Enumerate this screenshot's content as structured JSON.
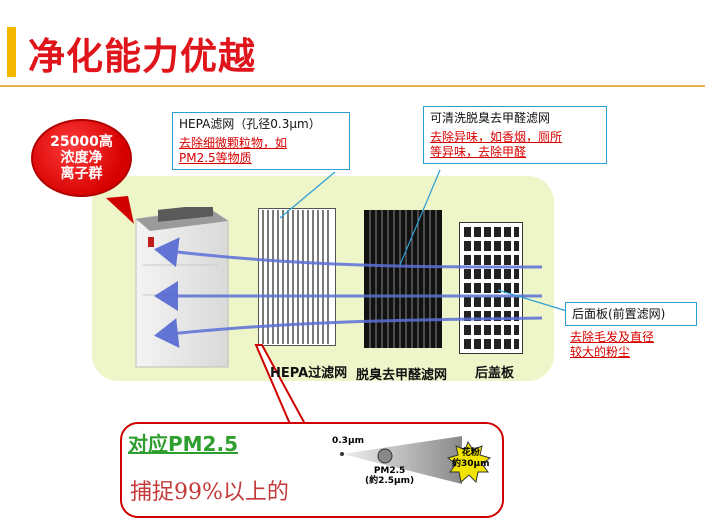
{
  "title": "净化能力优越",
  "bubble": {
    "line1": "25000高",
    "line2": "浓度净",
    "line3": "离子群"
  },
  "hepa_box": {
    "title": "HEPA滤网（孔径0.3μm）",
    "desc_line1": "去除细微颗粒物，如",
    "desc_line2": "PM2.5等物质"
  },
  "deodor_box": {
    "title": "可清洗脱臭去甲醛滤网",
    "desc_line1": "去除异味，如香烟，厕所",
    "desc_line2": "等异味，去除甲醛"
  },
  "back_box": {
    "title": "后面板(前置滤网)",
    "desc_line1": "去除毛发及直径",
    "desc_line2": "较大的粉尘"
  },
  "labels": {
    "hepa": "HEPA过滤网",
    "deodor": "脱臭去甲醛滤网",
    "back": "后盖板"
  },
  "pm": {
    "heading": "对应PM2.5",
    "subtext": "捕捉99%以上的",
    "size_small": "0.3μm",
    "pm25_line1": "PM2.5",
    "pm25_line2": "(約2.5μm)",
    "pollen_line1": "花粉",
    "pollen_line2": "約30μm"
  },
  "colors": {
    "title_red": "#e0141b",
    "accent_yellow": "#f5b800",
    "box_border": "#2a9fd6",
    "arrow_blue": "#5a6fd6",
    "pm_green": "#2e9e2e"
  }
}
